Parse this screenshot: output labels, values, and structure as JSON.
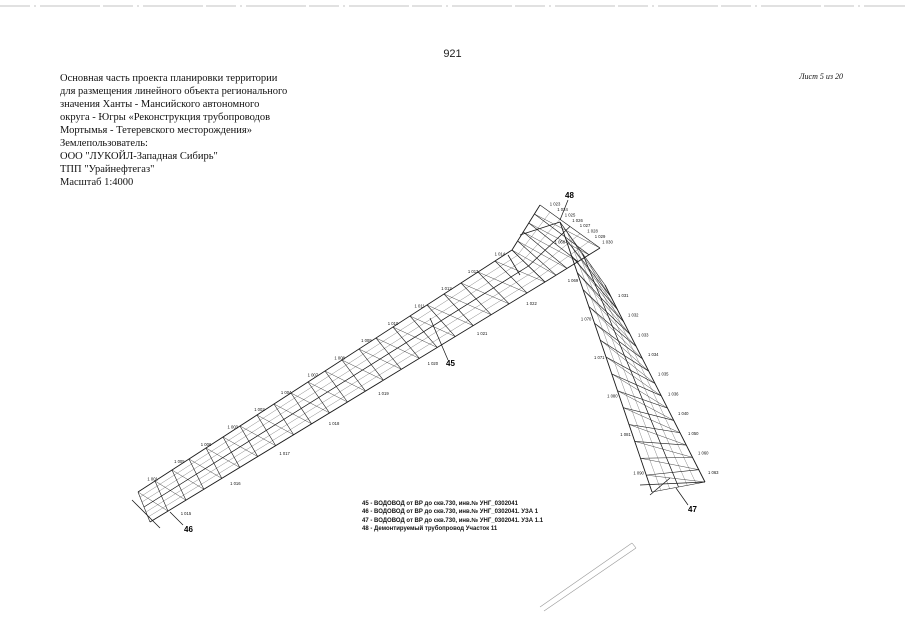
{
  "page_number": "921",
  "sheet_label": "Лист 5 из 20",
  "project_description": [
    "Основная часть проекта планировки территории",
    "для размещения линейного объекта регионального",
    "значения Ханты - Мансийского автономного",
    "округа - Югры «Реконструкция трубопроводов",
    "Мортымья - Тетеревского месторождения»",
    "Землепользователь:",
    "ООО \"ЛУКОЙЛ-Западная Сибирь\"",
    "ТПП \"Урайнефтегаз\"",
    "Масштаб 1:4000"
  ],
  "legend": [
    "45 - ВОДОВОД от ВР до скв.730, инв.№ УНГ_0302041",
    "46 - ВОДОВОД от ВР до скв.730, инв.№ УНГ_0302041. УЗА 1",
    "47 - ВОДОВОД от ВР до скв.730, инв.№ УНГ_0302041. УЗА 1.1",
    "48 - Демонтируемый трубопровод Участок 11"
  ],
  "object_labels": {
    "l45": "45",
    "l46": "46",
    "l47": "47",
    "l48": "48"
  },
  "point_labels": [
    "1 001",
    "1 005",
    "1 006",
    "1 003",
    "1 002",
    "1 004",
    "1 007",
    "1 008",
    "1 009",
    "1 010",
    "1 011",
    "1 012",
    "1 013",
    "1 014",
    "1 015",
    "1 016",
    "1 017",
    "1 018",
    "1 019",
    "1 020",
    "1 021",
    "1 022",
    "1 023",
    "1 024",
    "1 025",
    "1 026",
    "1 027",
    "1 028",
    "1 029",
    "1 030",
    "1 031",
    "1 032",
    "1 033",
    "1 034",
    "1 035",
    "1 036",
    "1 040",
    "1 050",
    "1 060",
    "1 063",
    "1 068",
    "1 069",
    "1 070",
    "1 071",
    "1 080",
    "1 081",
    "1 090"
  ],
  "colors": {
    "line": "#1a1a1a",
    "background": "#ffffff"
  }
}
